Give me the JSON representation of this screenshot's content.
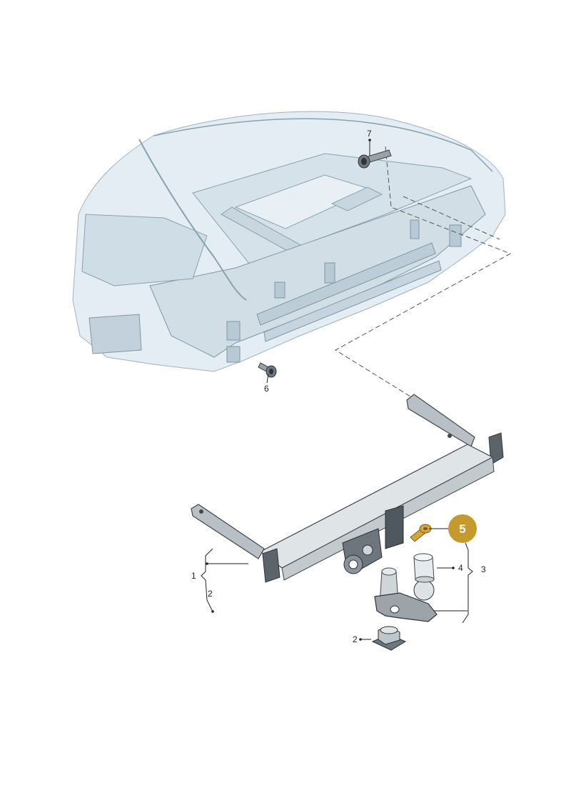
{
  "callouts": {
    "part_1": "1",
    "part_2_upper": "2",
    "part_2_lower": "2",
    "part_3": "3",
    "part_4": "4",
    "part_5": "5",
    "part_6": "6",
    "part_7": "7"
  },
  "colors": {
    "body_fill": "#dde8ef",
    "body_shadow": "#c3d2dc",
    "body_line": "#7f97a6",
    "hitch_fill": "#d7dde1",
    "hitch_dark": "#5c666d",
    "highlight_callout": "#c59a2d",
    "highlight_part": "#d4a53a"
  }
}
